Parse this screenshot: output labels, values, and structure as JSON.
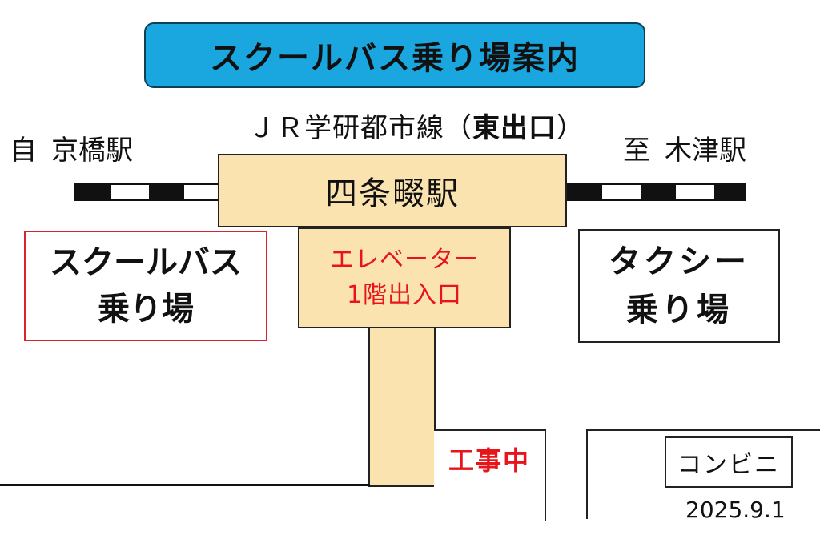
{
  "title": "スクールバス乗り場案内",
  "line": {
    "name": "ＪＲ学研都市線",
    "exit_open": "（",
    "exit": "東出口",
    "exit_close": "）"
  },
  "direction_from": {
    "prefix": "自",
    "station": "京橋駅"
  },
  "direction_to": {
    "prefix": "至",
    "station": "木津駅"
  },
  "station": "四条畷駅",
  "elevator": {
    "line1": "エレベーター",
    "line2": "1階出入口"
  },
  "bus_stop": {
    "line1": "スクールバス",
    "line2": "乗り場"
  },
  "taxi_stand": {
    "line1": "タクシー",
    "line2": "乗り場"
  },
  "construction": "工事中",
  "convenience_store": "コンビニ",
  "date": "2025.9.1",
  "colors": {
    "banner": "#1aa7e0",
    "station_fill": "#fbe3b0",
    "red_text": "#e8141b",
    "bus_border": "#d9232e"
  }
}
